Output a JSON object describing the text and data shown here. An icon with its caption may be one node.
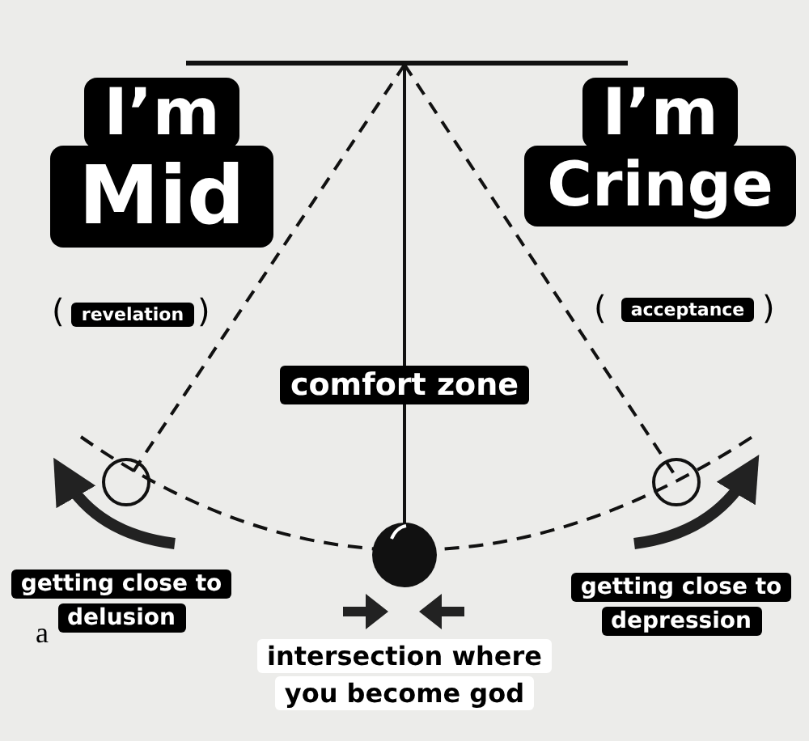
{
  "diagram": {
    "nodes": [
      {
        "text": [
          "I’m",
          "Mid"
        ]
      },
      {
        "text": [
          "revelation"
        ]
      },
      {
        "text": [
          "I’m",
          "Cringe"
        ]
      },
      {
        "text": [
          "acceptance"
        ]
      },
      {
        "text": [
          "comfort zone"
        ]
      },
      {
        "text": [
          "getting close to delusion"
        ]
      },
      {
        "text": [
          "getting close to depression"
        ]
      },
      {
        "text": [
          "intersection where you become god"
        ]
      }
    ],
    "labels": [
      "(",
      ")",
      "(",
      ")",
      "a"
    ]
  }
}
